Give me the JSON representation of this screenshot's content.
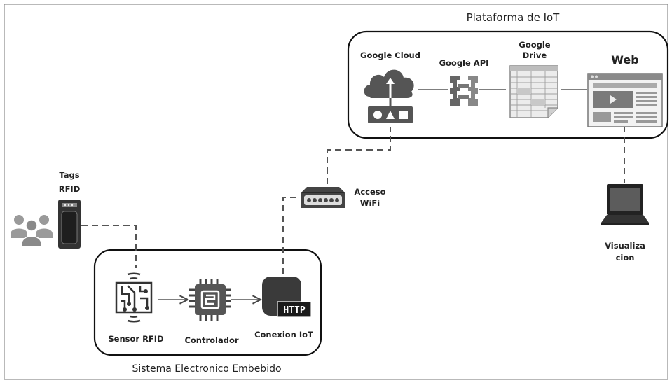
{
  "platform": {
    "title": "Plataforma de IoT",
    "google_cloud": "Google Cloud",
    "google_api": "Google API",
    "google_drive_line1": "Google",
    "google_drive_line2": "Drive",
    "web": "Web"
  },
  "embedded": {
    "title": "Sistema Electronico Embebido",
    "sensor": "Sensor RFID",
    "controller": "Controlador",
    "iot_connection": "Conexion IoT",
    "http_badge": "HTTP"
  },
  "tags": {
    "line1": "Tags",
    "line2": "RFID"
  },
  "wifi": {
    "line1": "Acceso",
    "line2": "WiFi"
  },
  "viewer": {
    "line1": "Visualiza",
    "line2": "cion"
  },
  "colors": {
    "ink": "#222222",
    "icon": "#5a5a5a",
    "line": "#555555"
  }
}
